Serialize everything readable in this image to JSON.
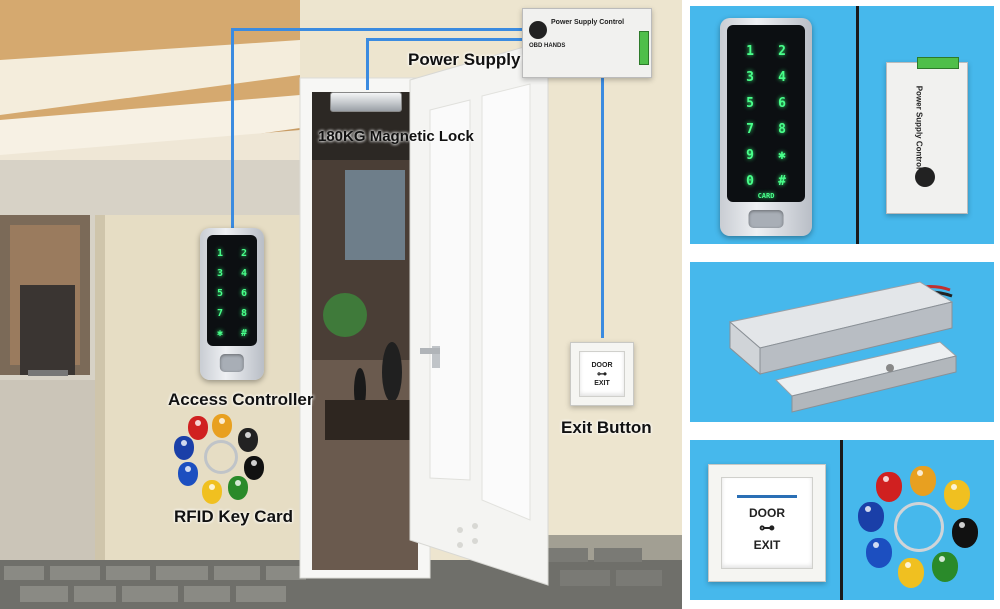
{
  "labels": {
    "power_supply": "Power Supply",
    "magnetic_lock": "180KG Magnetic Lock",
    "access_controller": "Access Controller",
    "exit_button": "Exit Button",
    "rfid_key_card": "RFID Key Card"
  },
  "keypad": {
    "keys": [
      "1",
      "2",
      "3",
      "4",
      "5",
      "6",
      "7",
      "8",
      "9",
      "✱",
      "0",
      "#"
    ],
    "card_label": "CARD"
  },
  "power_supply_unit": {
    "title": "Power Supply Control",
    "brand": "OBD HANDS"
  },
  "exit_button_face": {
    "line1": "DOOR",
    "line2": "EXIT",
    "key_icon": "key-icon"
  },
  "tag_colors": [
    "#e8a020",
    "#222222",
    "#2a8a2a",
    "#1c4fc0",
    "#d02020",
    "#f0c020",
    "#111111",
    "#1a3fa8"
  ],
  "colors": {
    "panel_blue": "#46b8ec",
    "wire_blue": "#3b8be0",
    "keypad_glow": "#49ff8b"
  }
}
